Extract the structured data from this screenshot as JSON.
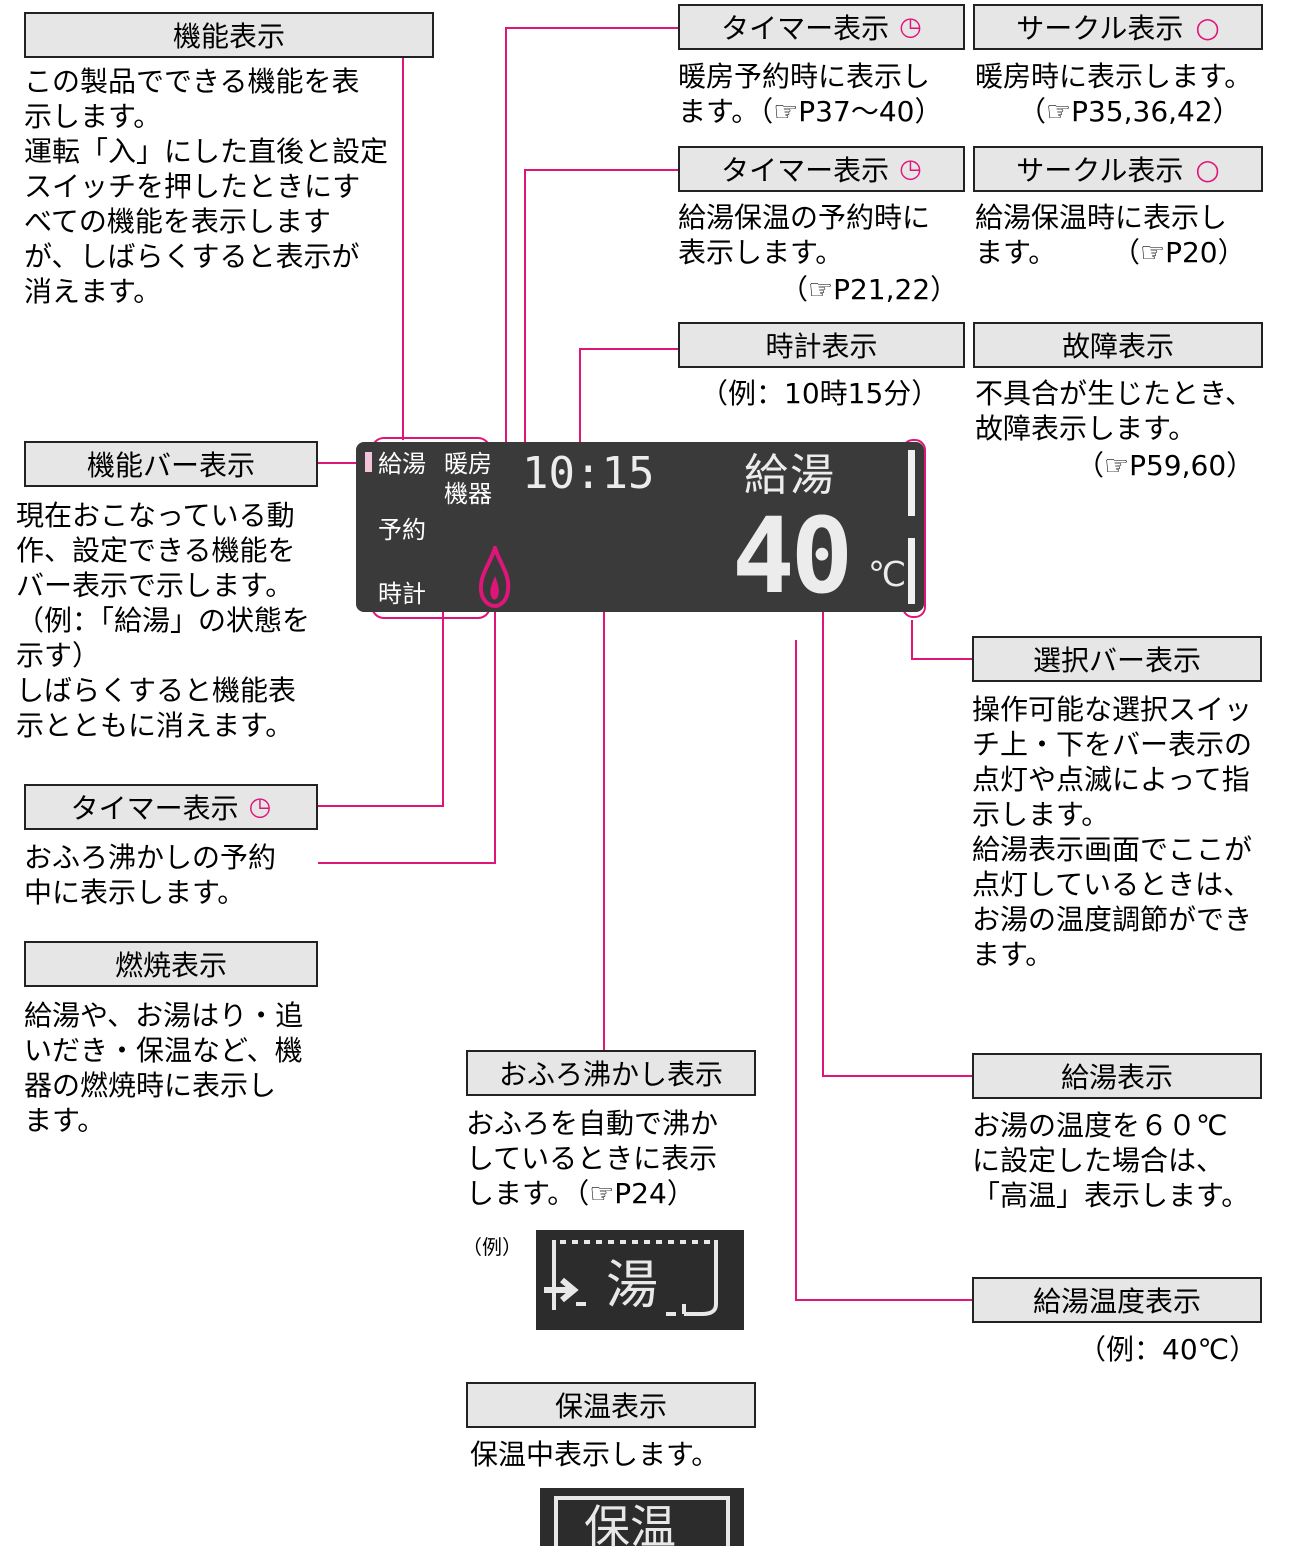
{
  "callouts": {
    "function_display": {
      "label": "機能表示",
      "desc": "この製品でできる機能を表\n示します。\n運転「入」にした直後と設定\nスイッチを押したときにす\nべての機能を表示します\nが、しばらくすると表示が\n消えます。"
    },
    "function_bar": {
      "label": "機能バー表示",
      "desc": "現在おこなっている動\n作、設定できる機能を\nバー表示で示します。\n（例：「給湯」の状態を\n示す）\nしばらくすると機能表\n示とともに消えます。"
    },
    "timer_bath": {
      "label": "タイマー表示",
      "desc": "おふろ沸かしの予約\n中に表示します。"
    },
    "combustion": {
      "label": "燃焼表示",
      "desc": "給湯や、お湯はり・追\nいだき・保温など、機\n器の燃焼時に表示し\nます。"
    },
    "timer_heating": {
      "label": "タイマー表示",
      "desc": "暖房予約時に表示し\nます。（☞P37～40）"
    },
    "circle_heating": {
      "label": "サークル表示",
      "desc": "暖房時に表示します。",
      "ref": "（☞P35,36,42）"
    },
    "timer_hot_water": {
      "label": "タイマー表示",
      "desc": "給湯保温の予約時に\n表示します。",
      "ref": "（☞P21,22）"
    },
    "circle_hot_water": {
      "label": "サークル表示",
      "desc": "給湯保温時に表示し\nます。",
      "ref": "（☞P20）"
    },
    "clock": {
      "label": "時計表示",
      "desc": "（例：10時15分）"
    },
    "fault": {
      "label": "故障表示",
      "desc": "不具合が生じたとき、\n故障表示します。",
      "ref": "（☞P59,60）"
    },
    "select_bar": {
      "label": "選択バー表示",
      "desc": "操作可能な選択スイッ\nチ上・下をバー表示の\n点灯や点滅によって指\n示します。\n給湯表示画面でここが\n点灯しているときは、\nお湯の温度調節ができ\nます。"
    },
    "hot_water": {
      "label": "給湯表示",
      "desc": "お湯の温度を６０℃\nに設定した場合は、\n「高温」表示します。"
    },
    "temperature": {
      "label": "給湯温度表示",
      "desc": "（例：40℃）"
    },
    "bath": {
      "label": "おふろ沸かし表示",
      "desc": "おふろを自動で沸か\nしているときに表示\nします。（☞P24）",
      "example": "（例）"
    },
    "keep_warm": {
      "label": "保温表示",
      "desc": "保温中表示します。"
    }
  },
  "lcd": {
    "kyuto": "給湯",
    "danbo": "暖房",
    "kiki": "機器",
    "yoyaku": "予約",
    "tokei": "時計",
    "time": "10:15",
    "mode": "給湯",
    "temperature": "40",
    "unit": "℃"
  },
  "mini_displays": {
    "bath_text": "湯",
    "keep_warm_text": "保温"
  },
  "icons": {
    "timer": "timer-icon",
    "circle": "circle-icon",
    "flame": "flame-icon"
  },
  "colors": {
    "accent": "#e0157a",
    "lcd_bg": "#3a3a3a",
    "box_bg": "#e6e6e6"
  }
}
